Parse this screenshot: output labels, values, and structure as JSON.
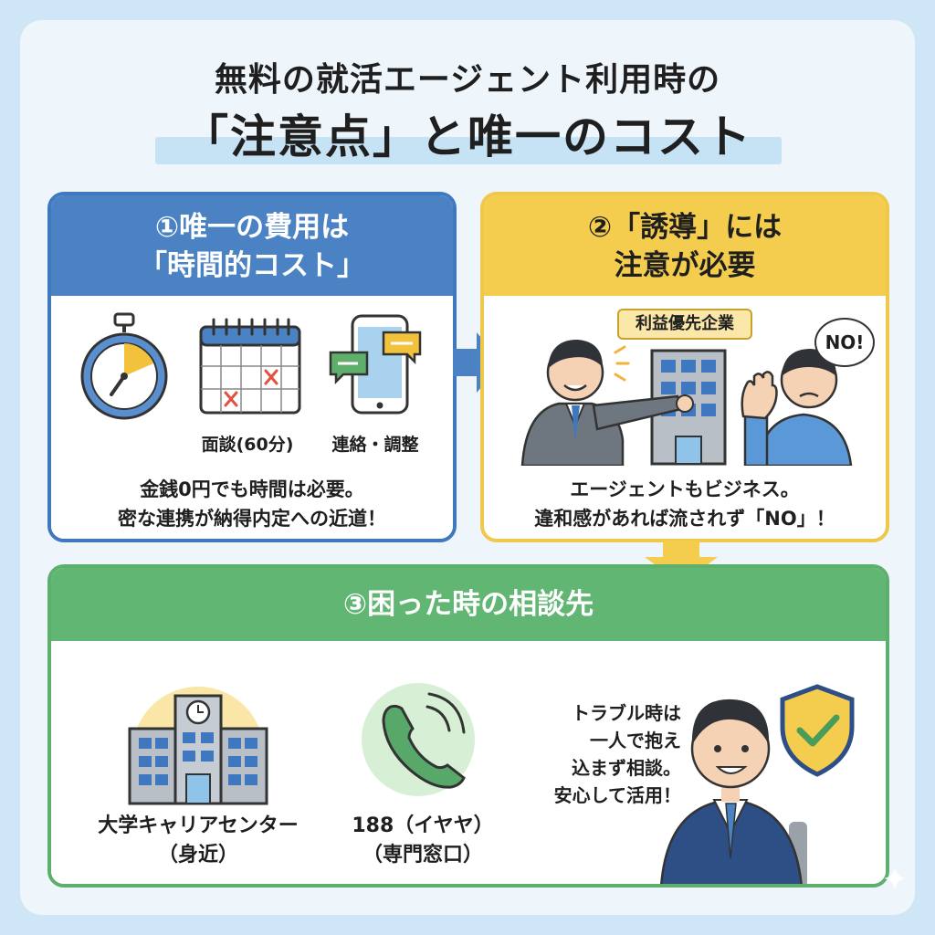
{
  "title": {
    "line1": "無料の就活エージェント利用時の",
    "line2": "「注意点」と唯一のコスト"
  },
  "panel1": {
    "header_line1": "①唯一の費用は",
    "header_line2": "「時間的コスト」",
    "icons": [
      "stopwatch-icon",
      "calendar-icon",
      "smartphone-chat-icon"
    ],
    "label_calendar": "面談(60分)",
    "label_phone": "連絡・調整",
    "message_line1": "金銭0円でも時間は必要。",
    "message_line2": "密な連携が納得内定への近道！"
  },
  "panel2": {
    "header_line1": "②「誘導」には",
    "header_line2": "注意が必要",
    "sign": "利益優先企業",
    "bubble": "NO!",
    "message_line1": "エージェントもビジネス。",
    "message_line2": "違和感があれば流されず「NO」！"
  },
  "panel3": {
    "header": "③困った時の相談先",
    "label_university_line1": "大学キャリアセンター",
    "label_university_line2": "（身近）",
    "label_phone_line1": "188（イヤヤ）",
    "label_phone_line2": "（専門窓口）",
    "advice_lines": [
      "トラブル時は",
      "一人で抱え",
      "込まず相談。",
      "安心して活用！"
    ]
  },
  "colors": {
    "blue": "#4a82c4",
    "yellow": "#f4cd4e",
    "green": "#62b673",
    "background": "#cfe6f7"
  }
}
